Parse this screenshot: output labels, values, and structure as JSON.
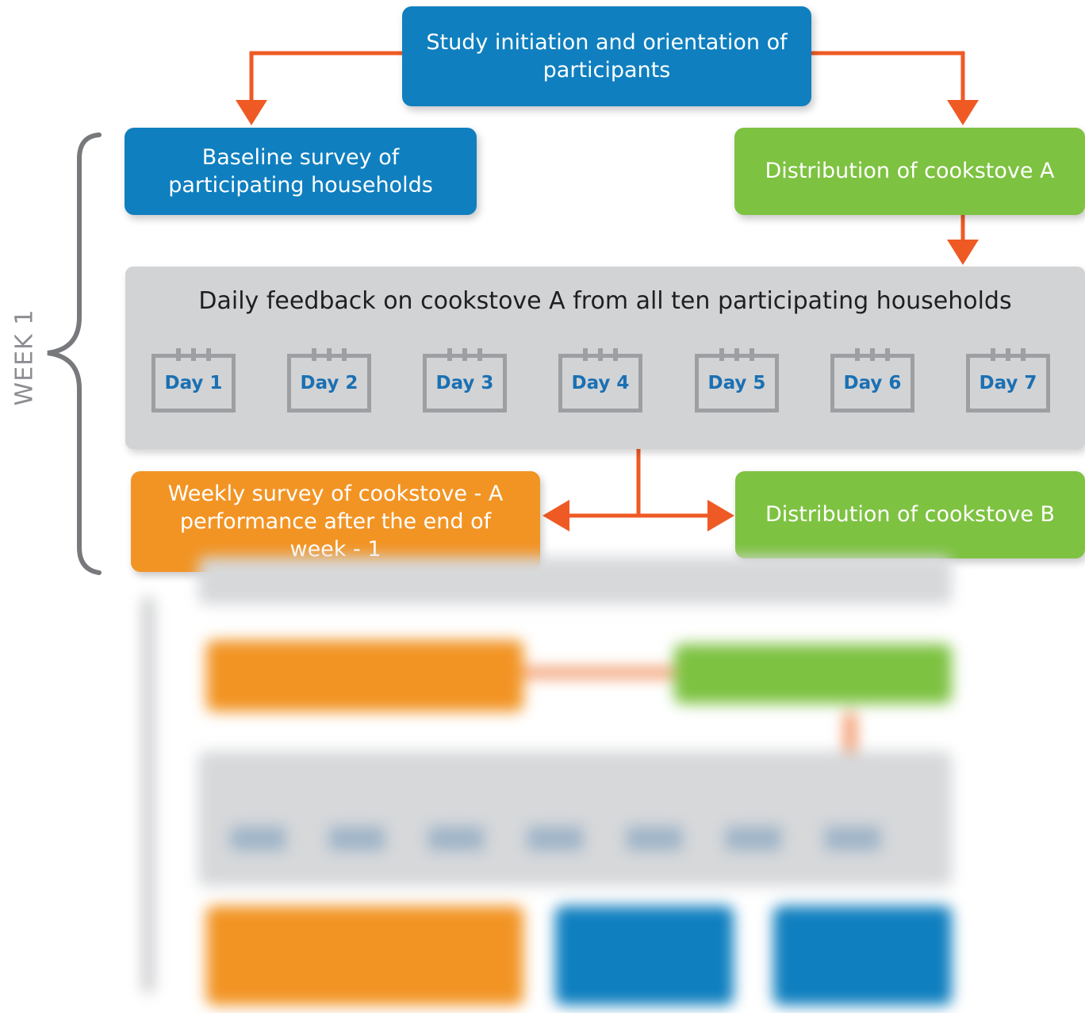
{
  "colors": {
    "blue": "#0f7fbf",
    "green": "#7dc241",
    "orange": "#f29424",
    "arrow": "#ef5a24",
    "panel_gray": "#d2d3d5",
    "calendar_gray": "#9d9fa2",
    "day_text": "#1a70b3"
  },
  "nodes": {
    "initiation": "Study initiation and orientation of participants",
    "baseline": "Baseline survey of participating households",
    "distribution_a": "Distribution of cookstove A",
    "daily_feedback": "Daily feedback on cookstove A from all ten participating households",
    "weekly_survey": "Weekly survey of cookstove - A performance after the end of week - 1",
    "distribution_b": "Distribution of cookstove B"
  },
  "days": [
    "Day 1",
    "Day 2",
    "Day 3",
    "Day 4",
    "Day 5",
    "Day 6",
    "Day 7"
  ],
  "week_label": "WEEK 1"
}
